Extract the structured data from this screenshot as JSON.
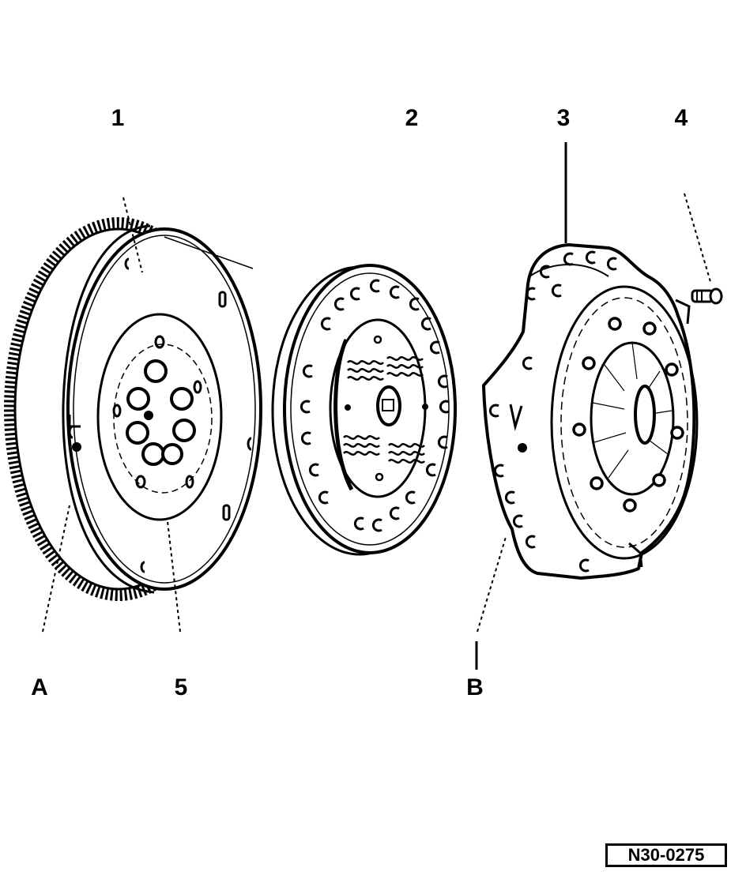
{
  "callouts": {
    "c1": "1",
    "c2": "2",
    "c3": "3",
    "c4": "4",
    "c5": "5",
    "cA": "A",
    "cB": "B"
  },
  "reference": "N30-0275",
  "colors": {
    "ink": "#000000",
    "paper": "#ffffff"
  }
}
